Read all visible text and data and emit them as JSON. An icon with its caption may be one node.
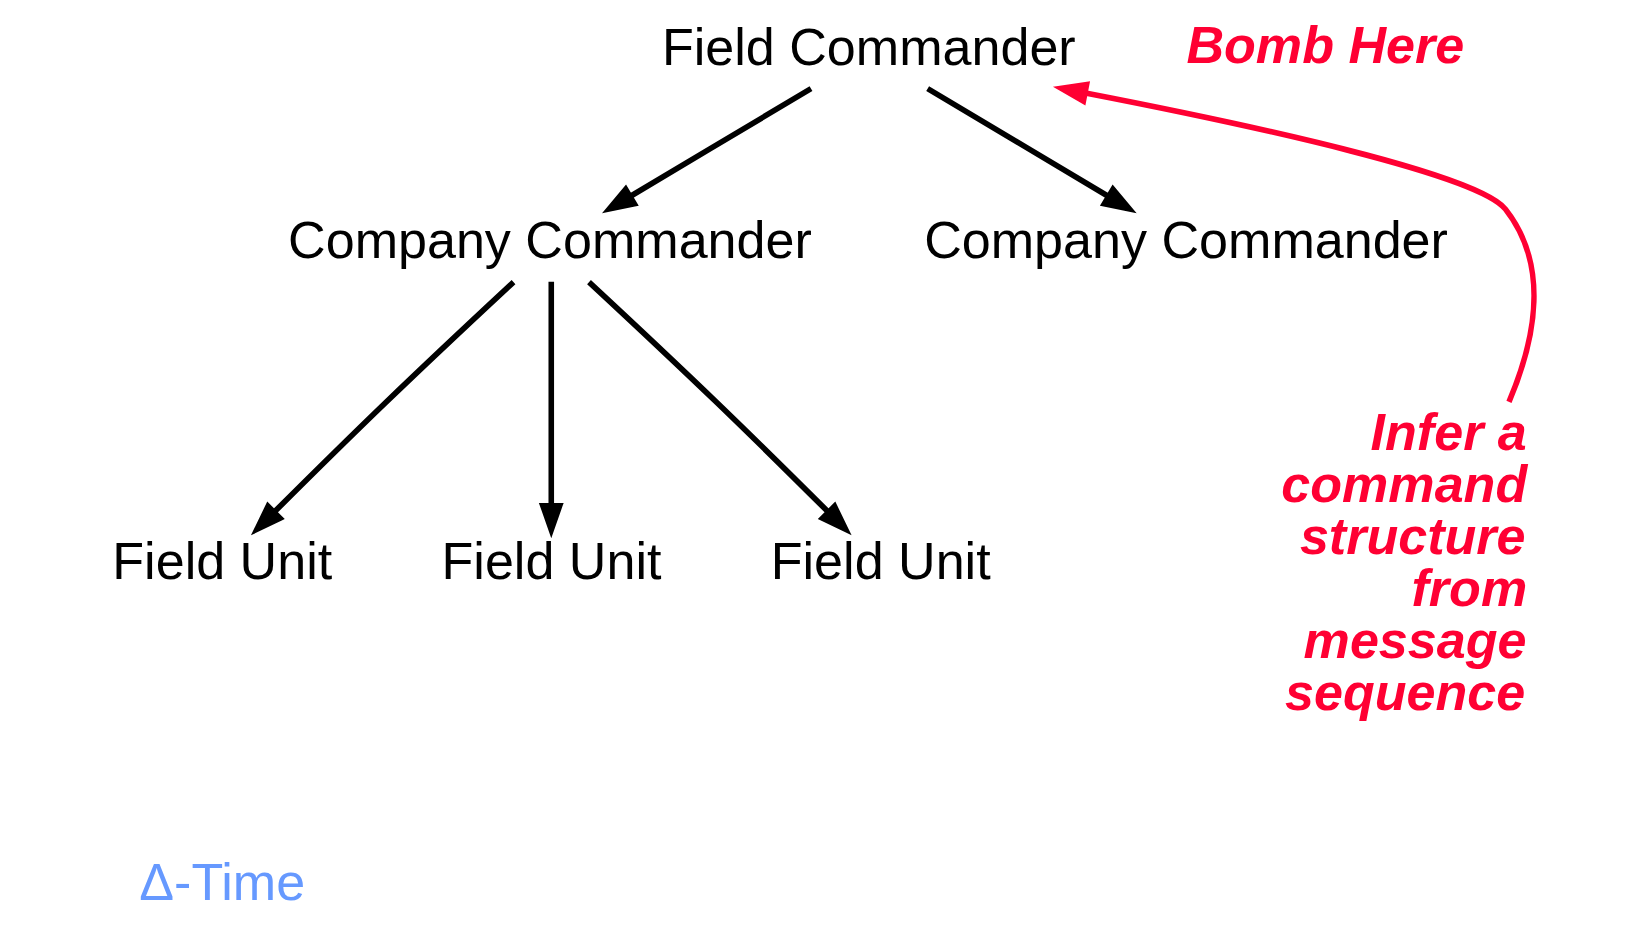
{
  "diagram": {
    "nodes": [
      {
        "text": [
          "Field Commander"
        ]
      },
      {
        "text": [
          "Company Commander"
        ]
      },
      {
        "text": [
          "Company Commander"
        ]
      },
      {
        "text": [
          "Field Unit"
        ]
      },
      {
        "text": [
          "Field Unit"
        ]
      },
      {
        "text": [
          "Field Unit"
        ]
      },
      {
        "text": [
          "Infer a command structure from message sequence"
        ]
      }
    ],
    "edges": [
      {
        "from": 0,
        "to": 1,
        "arrow": "to"
      },
      {
        "from": 0,
        "to": 2,
        "arrow": "to"
      },
      {
        "from": 1,
        "to": 3,
        "arrow": "to"
      },
      {
        "from": 1,
        "to": 4,
        "arrow": "to"
      },
      {
        "from": 1,
        "to": 5,
        "arrow": "to"
      },
      {
        "from": 6,
        "to": 0,
        "arrow": "to",
        "color": "#ff0033"
      }
    ],
    "labels": [
      "Bomb Here",
      "Δ-Time"
    ]
  }
}
